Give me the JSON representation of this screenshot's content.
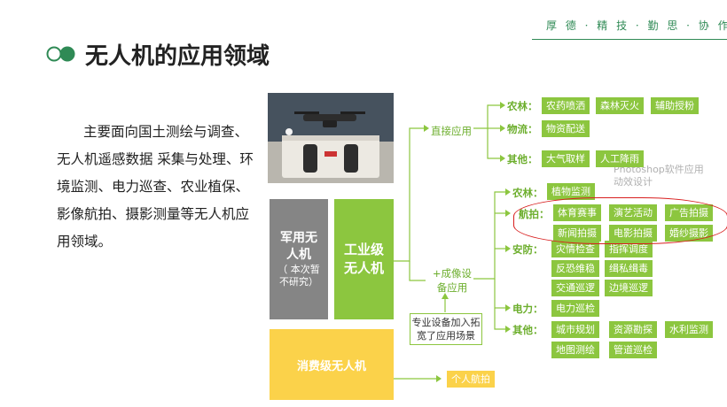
{
  "header": {
    "motto": "厚 德 · 精 技 · 勤 思 · 协 作"
  },
  "slide": {
    "title": "无人机的应用领域",
    "description": "主要面向国土测绘与调查、无人机遥感数据 采集与处理、环境监测、电力巡查、农业植保、影像航拍、摄影测量等无人机应用领域。"
  },
  "diagram": {
    "blocks": {
      "military_line1": "军用无",
      "military_line2": "人机",
      "military_note1": "（ 本次暂",
      "military_note2": "不研究）",
      "industrial_line1": "工业级",
      "industrial_line2": "无人机",
      "consumer": "消费级无人机"
    },
    "mid_labels": {
      "direct": "直接应用",
      "equip_line1": "+成像设",
      "equip_line2": "备应用"
    },
    "note": {
      "line1": "专业设备加入拓",
      "line2": "宽了应用场景"
    },
    "watermark": {
      "line1": "Photoshop软件应用",
      "line2": "动效设计"
    },
    "categories": {
      "agri1": "农林：",
      "logistics": "物流：",
      "other1": "其他：",
      "agri2": "农林：",
      "aerial": "航拍：",
      "security": "安防：",
      "power": "电力：",
      "other2": "其他："
    },
    "tags": {
      "t1": "农药喷洒",
      "t2": "森林灭火",
      "t3": "辅助授粉",
      "t4": "物资配送",
      "t5": "大气取样",
      "t6": "人工降雨",
      "t7": "植物监测",
      "t8": "体育赛事",
      "t9": "演艺活动",
      "t10": "广告拍摄",
      "t11": "新闻拍摄",
      "t12": "电影拍摄",
      "t13": "婚纱摄影",
      "t14": "灾情检查",
      "t15": "指挥调度",
      "t16": "反恐维稳",
      "t17": "缉私缉毒",
      "t18": "交通巡逻",
      "t19": "边境巡逻",
      "t20": "电力巡检",
      "t21": "城市规划",
      "t22": "资源勘探",
      "t23": "水利监测",
      "t24": "地图测绘",
      "t25": "管道巡检",
      "t26": "个人航拍"
    },
    "colors": {
      "green": "#8cc63f",
      "gray": "#858585",
      "yellow": "#fbd24a",
      "highlight": "#d81e1e",
      "accent": "#2f8a55"
    }
  }
}
